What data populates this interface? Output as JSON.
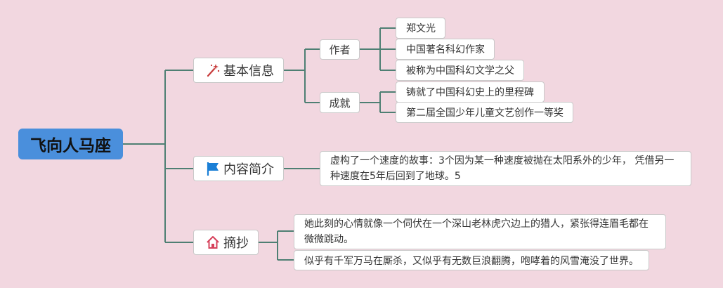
{
  "mindmap": {
    "root": "飞向人马座",
    "branches": {
      "basic": {
        "title": "基本信息",
        "icon": "wand-sparkle-icon",
        "author": {
          "label": "作者",
          "items": [
            "郑文光",
            "中国著名科幻作家",
            "被称为中国科幻文学之父"
          ]
        },
        "achievement": {
          "label": "成就",
          "items": [
            "铸就了中国科幻史上的里程碑",
            "第二届全国少年儿童文艺创作一等奖"
          ]
        }
      },
      "summary": {
        "title": "内容简介",
        "icon": "blue-flag-icon",
        "text": "虚构了一个速度的故事：3个因为某一种速度被抛在太阳系外的少年， 凭借另一种速度在5年后回到了地球。5"
      },
      "excerpt": {
        "title": "摘抄",
        "icon": "house-icon",
        "items": [
          "她此刻的心情就像一个伺伏在一个深山老林虎穴边上的猎人，紧张得连眉毛都在微微跳动。",
          "似乎有千军万马在厮杀，又似乎有无数巨浪翻腾，咆哮着的风雪淹没了世界。"
        ]
      }
    }
  },
  "colors": {
    "background": "#f2d7e0",
    "root": "#4a8fdc",
    "connector": "#4e7f73",
    "flag": "#1b7fd6",
    "house": "#d6405a",
    "wand": "#c73a3a"
  }
}
